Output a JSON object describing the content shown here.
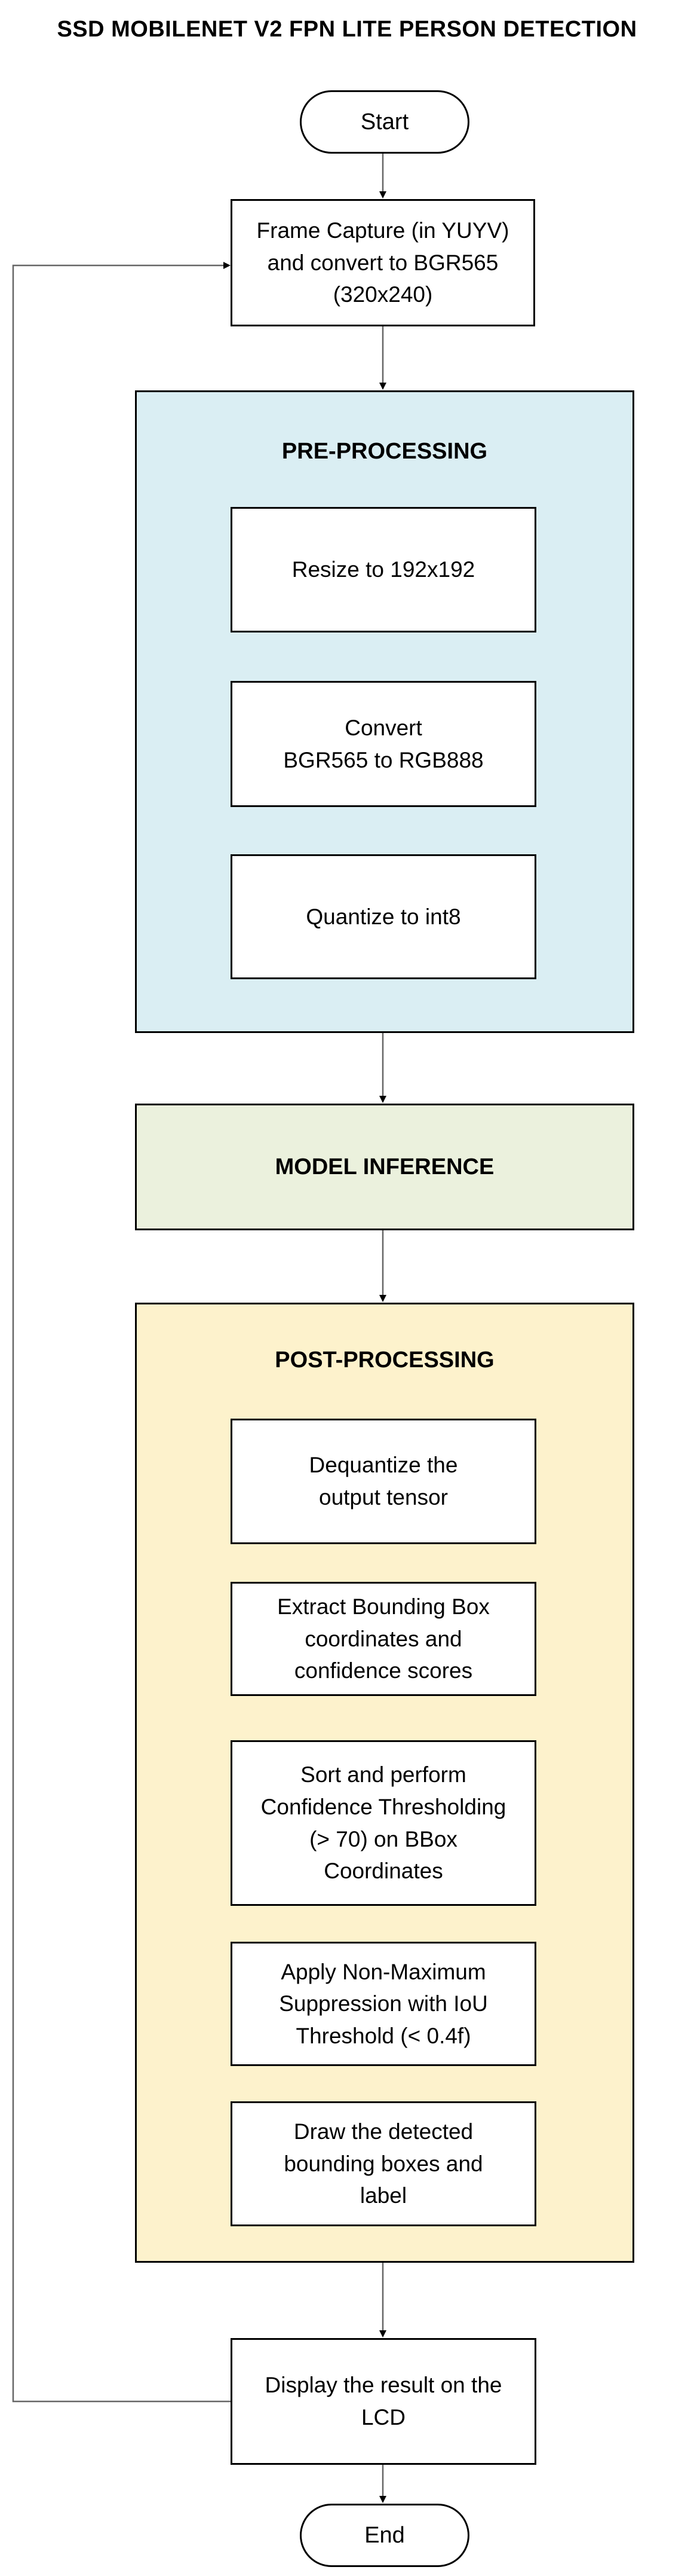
{
  "title": "SSD MOBILENET V2 FPN LITE PERSON DETECTION",
  "start": "Start",
  "end": "End",
  "capture": "Frame Capture (in YUYV)\nand convert to BGR565\n(320x240)",
  "pre": {
    "label": "PRE-PROCESSING",
    "steps": [
      "Resize to 192x192",
      "Convert\nBGR565 to RGB888",
      "Quantize to int8"
    ]
  },
  "model": {
    "label": "MODEL INFERENCE"
  },
  "post": {
    "label": "POST-PROCESSING",
    "steps": [
      "Dequantize the\noutput tensor",
      "Extract Bounding Box\ncoordinates and\nconfidence scores",
      "Sort and perform\nConfidence Thresholding\n(> 70) on BBox\nCoordinates",
      "Apply Non-Maximum\nSuppression with IoU\nThreshold (< 0.4f)",
      "Draw the detected\nbounding boxes and\nlabel"
    ]
  },
  "display": "Display the result on the\nLCD"
}
